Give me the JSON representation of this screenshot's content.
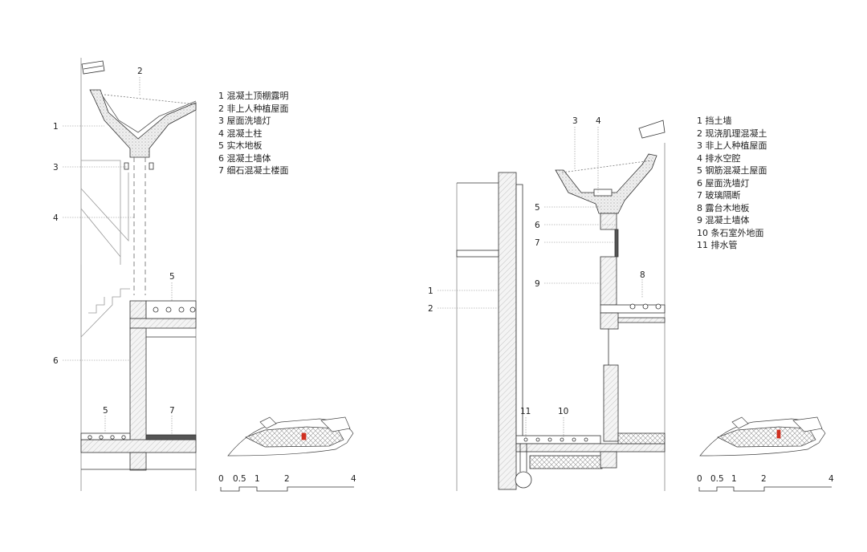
{
  "left_section": {
    "legend": [
      "1 混凝土顶棚露明",
      "2 非上人种植屋面",
      "3 屋面洗墙灯",
      "4 混凝土柱",
      "5 实木地板",
      "6 混凝土墙体",
      "7 细石混凝土楼面"
    ],
    "callouts": [
      "1",
      "2",
      "3",
      "4",
      "5",
      "5",
      "6",
      "7"
    ],
    "scale_labels": [
      "0",
      "0.5",
      "1",
      "2",
      "4"
    ]
  },
  "right_section": {
    "legend": [
      "1 挡土墙",
      "2 现浇肌理混凝土",
      "3 非上人种植屋面",
      "4 排水空腔",
      "5 钢筋混凝土屋面",
      "6 屋面洗墙灯",
      "7 玻璃隔断",
      "8 露台木地板",
      "9 混凝土墙体",
      "10 条石室外地面",
      "11 排水管"
    ],
    "callouts": [
      "1",
      "2",
      "3",
      "4",
      "5",
      "6",
      "7",
      "8",
      "9",
      "10",
      "11"
    ],
    "scale_labels": [
      "0",
      "0.5",
      "1",
      "2",
      "4"
    ]
  },
  "colors": {
    "line": "#333333",
    "leader": "#888888",
    "highlight": "#d03020"
  }
}
